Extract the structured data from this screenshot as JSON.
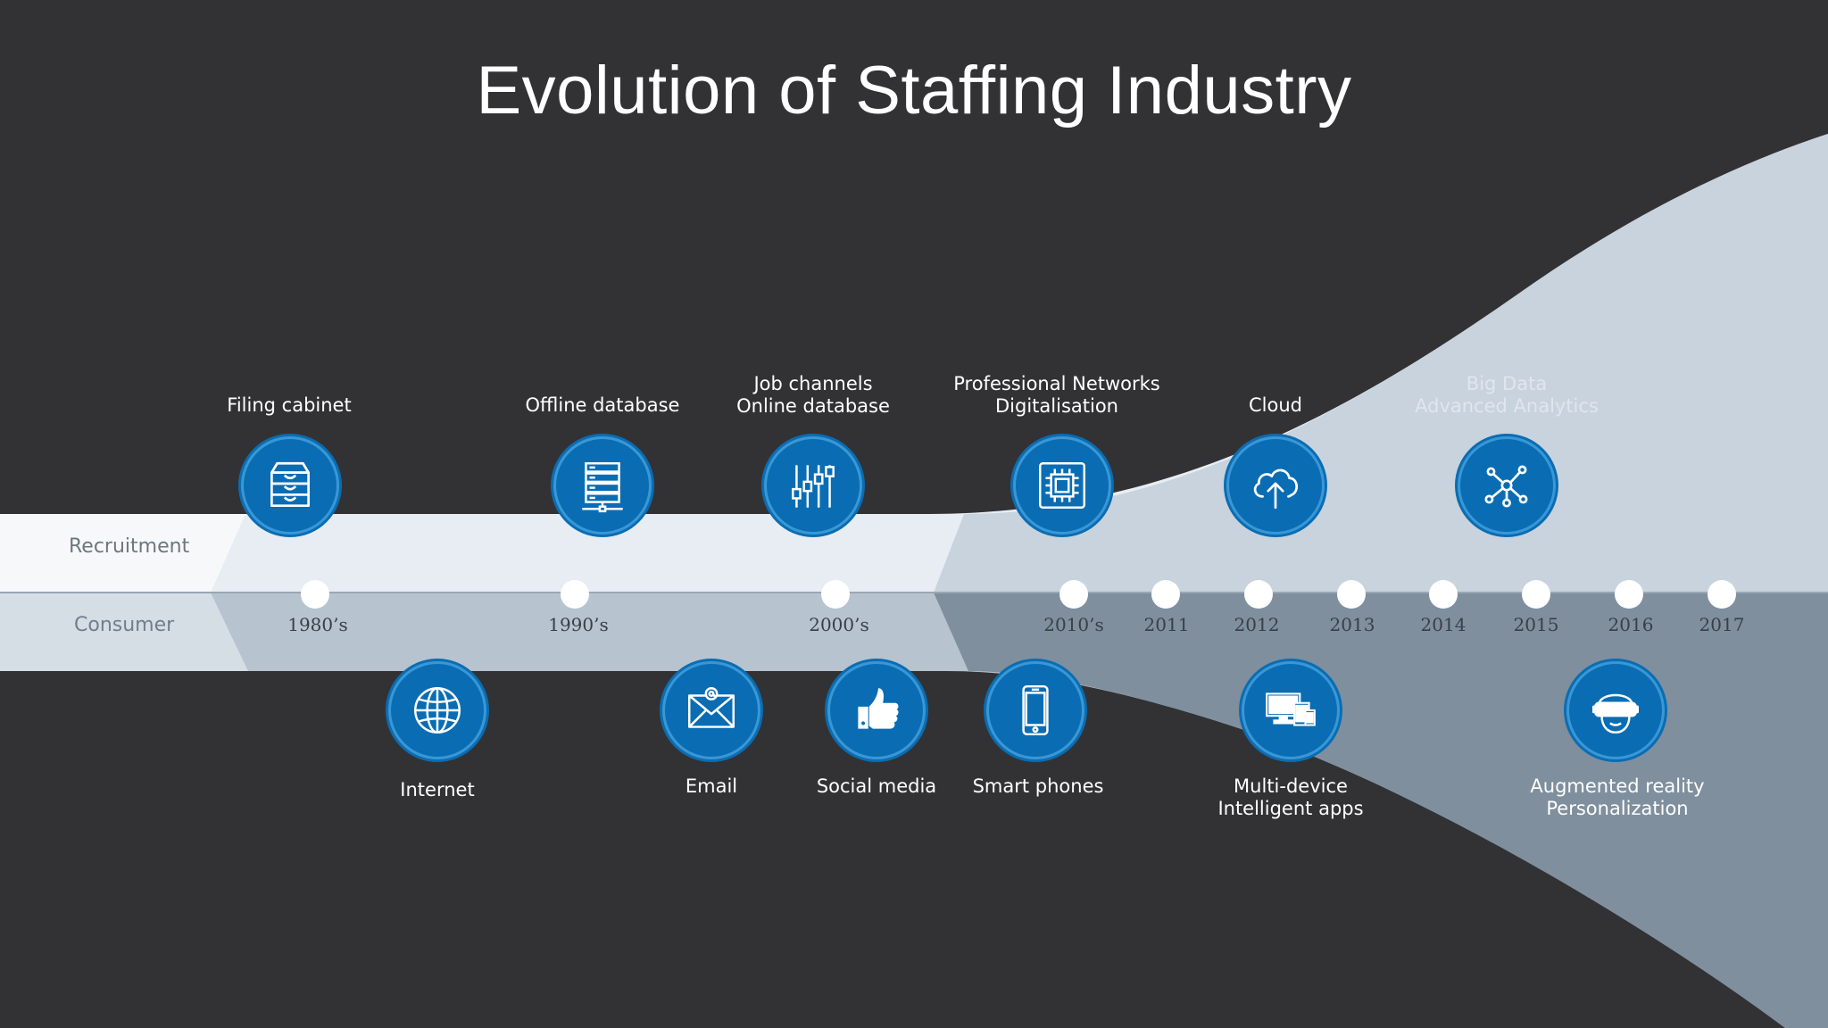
{
  "title": "Evolution of Staffing Industry",
  "bands": {
    "recruitment": "Recruitment",
    "consumer": "Consumer"
  },
  "timeline": [
    "1980’s",
    "1990’s",
    "2000’s",
    "2010’s",
    "2011",
    "2012",
    "2013",
    "2014",
    "2015",
    "2016",
    "2017"
  ],
  "recruitment_items": [
    {
      "lines": [
        "Filing  cabinet"
      ],
      "icon": "filing-cabinet-icon"
    },
    {
      "lines": [
        "Offline database"
      ],
      "icon": "server-database-icon"
    },
    {
      "lines": [
        "Job channels",
        "Online database"
      ],
      "icon": "sliders-icon"
    },
    {
      "lines": [
        "Professional Networks",
        "Digitalisation"
      ],
      "icon": "chip-icon"
    },
    {
      "lines": [
        "Cloud"
      ],
      "icon": "cloud-upload-icon"
    },
    {
      "lines": [
        "Big Data",
        "Advanced Analytics"
      ],
      "icon": "network-nodes-icon"
    }
  ],
  "consumer_items": [
    {
      "lines": [
        "Internet"
      ],
      "icon": "globe-icon"
    },
    {
      "lines": [
        "Email"
      ],
      "icon": "envelope-icon"
    },
    {
      "lines": [
        "Social media"
      ],
      "icon": "thumbs-up-icon"
    },
    {
      "lines": [
        "Smart phones"
      ],
      "icon": "smartphone-icon"
    },
    {
      "lines": [
        "Multi-device",
        "Intelligent apps"
      ],
      "icon": "devices-icon"
    },
    {
      "lines": [
        "Augmented reality",
        "Personalization"
      ],
      "icon": "vr-headset-icon"
    }
  ],
  "colors": {
    "background": "#323234",
    "icon_fill": "#0a6db3",
    "band_light": "#e7edf3",
    "band_mid": "#b8c4d0",
    "band_dark": "#7d8d9c"
  }
}
